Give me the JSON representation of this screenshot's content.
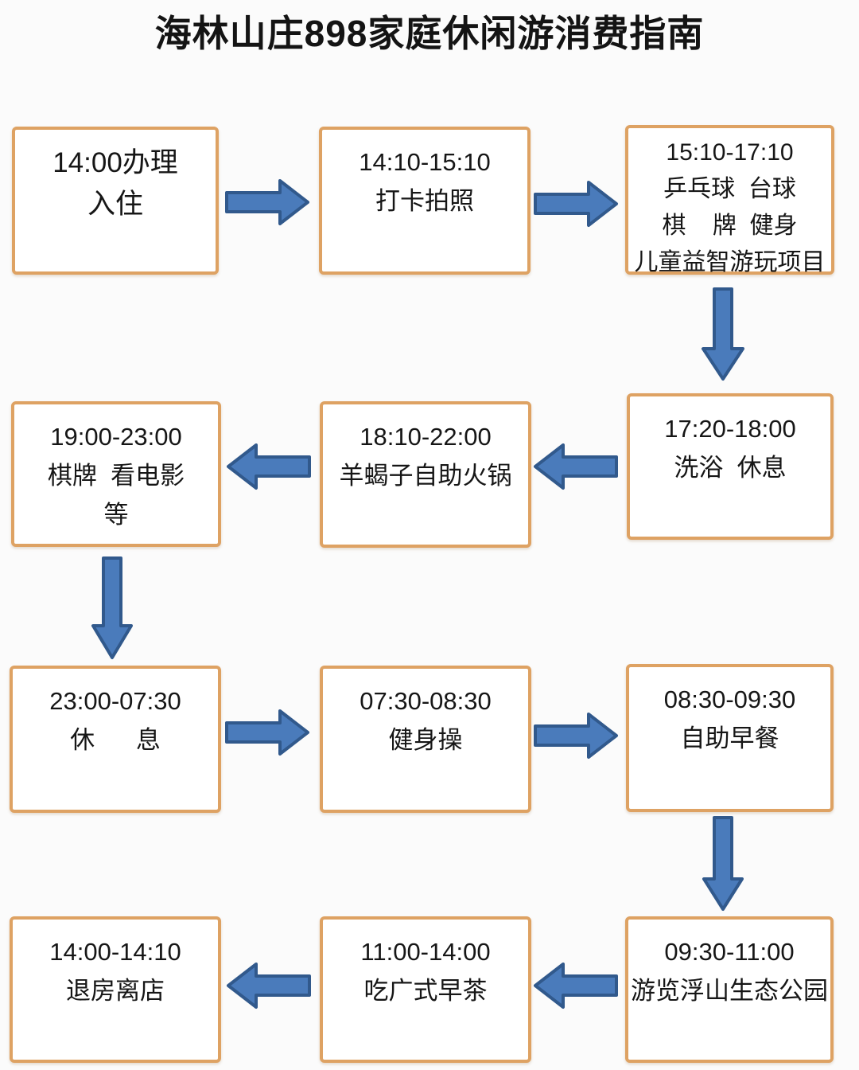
{
  "title": "海林山庄898家庭休闲游消费指南",
  "colors": {
    "background": "#fbfbfb",
    "box_fill": "#ffffff",
    "box_border": "#dea263",
    "arrow_fill": "#4a7bbb",
    "arrow_stroke": "#31598c",
    "text": "#161616"
  },
  "flow": {
    "nodes": [
      {
        "id": "checkin",
        "lines": [
          "14:00办理",
          "入住"
        ]
      },
      {
        "id": "photo",
        "lines": [
          "14:10-15:10",
          "打卡拍照"
        ]
      },
      {
        "id": "activities",
        "lines": [
          "15:10-17:10",
          "乒乓球  台球",
          "棋    牌  健身",
          "儿童益智游玩项目"
        ]
      },
      {
        "id": "bath-rest",
        "lines": [
          "17:20-18:00",
          "洗浴  休息"
        ]
      },
      {
        "id": "hotpot",
        "lines": [
          "18:10-22:00",
          "羊蝎子自助火锅"
        ]
      },
      {
        "id": "evening",
        "lines": [
          "19:00-23:00",
          "棋牌  看电影",
          "等"
        ]
      },
      {
        "id": "sleep",
        "lines": [
          "23:00-07:30",
          "休      息"
        ]
      },
      {
        "id": "exercise",
        "lines": [
          "07:30-08:30",
          "健身操"
        ]
      },
      {
        "id": "breakfast",
        "lines": [
          "08:30-09:30",
          "自助早餐"
        ]
      },
      {
        "id": "park-tour",
        "lines": [
          "09:30-11:00",
          "游览浮山生态公园"
        ]
      },
      {
        "id": "morning-tea",
        "lines": [
          "11:00-14:00",
          "吃广式早茶"
        ]
      },
      {
        "id": "checkout",
        "lines": [
          "14:00-14:10",
          "退房离店"
        ]
      }
    ]
  }
}
